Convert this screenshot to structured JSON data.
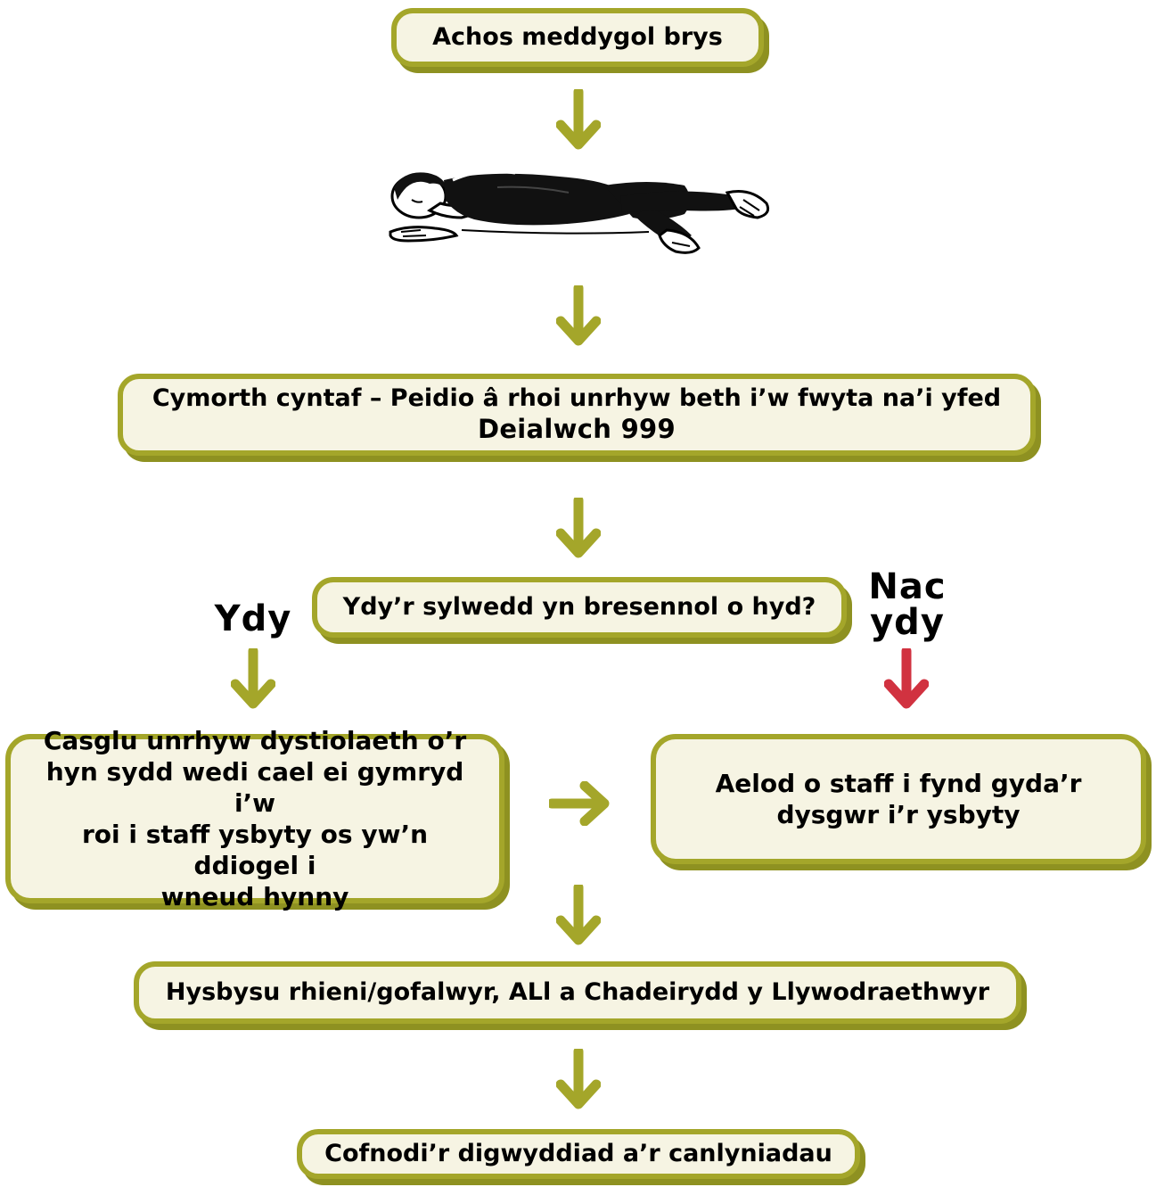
{
  "colors": {
    "box_border": "#a4a62a",
    "box_fill": "#f6f4e3",
    "arrow_green": "#a4a62a",
    "arrow_red": "#d13240",
    "text": "#000000"
  },
  "steps": {
    "start": "Achos meddygol brys",
    "first_aid": {
      "line1": "Cymorth cyntaf – Peidio â rhoi unrhyw beth i’w fwyta na’i yfed",
      "line2": "Deialwch 999"
    },
    "question": "Ydy’r sylwedd yn bresennol o hyd?",
    "collect_evidence": {
      "lines": [
        "Casglu unrhyw dystiolaeth o’r",
        "hyn sydd wedi cael ei gymryd i’w",
        "roi i staff ysbyty os yw’n ddiogel i",
        "wneud hynny"
      ]
    },
    "escort": {
      "lines": [
        "Aelod o staff i fynd gyda’r",
        "dysgwr i’r ysbyty"
      ]
    },
    "inform": "Hysbysu rhieni/gofalwyr, ALl a Chadeirydd y Llywodraethwyr",
    "record": "Cofnodi’r digwyddiad a’r canlyniadau"
  },
  "branches": {
    "yes": "Ydy",
    "no_line1": "Nac",
    "no_line2": "ydy"
  },
  "icons": {
    "recovery_position": "recovery-position-person-icon",
    "arrow_down": "arrow-down-icon",
    "arrow_right": "arrow-right-icon"
  }
}
